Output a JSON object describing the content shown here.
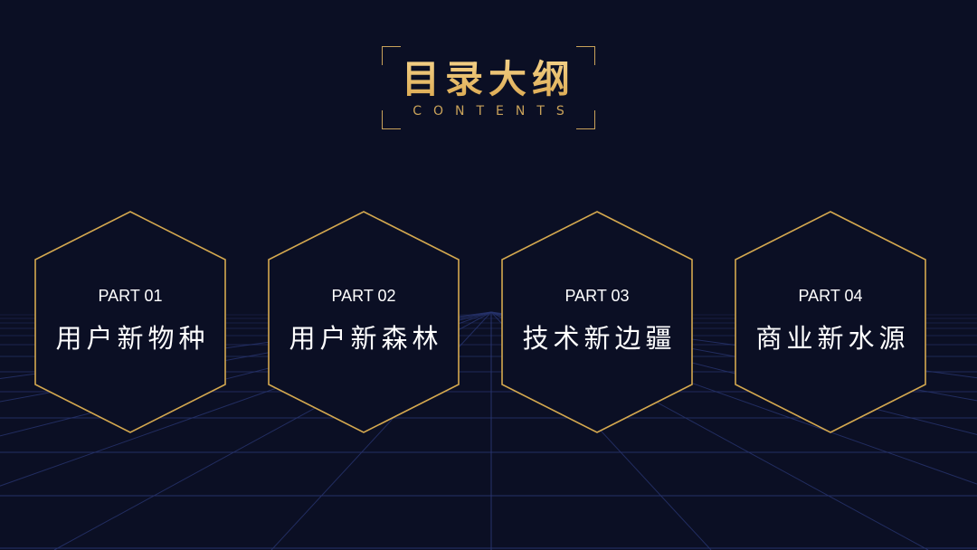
{
  "title": {
    "main": "目录大纲",
    "sub": "CONTENTS"
  },
  "parts": [
    {
      "part": "PART 01",
      "label": "用户新物种"
    },
    {
      "part": "PART 02",
      "label": "用户新森林"
    },
    {
      "part": "PART 03",
      "label": "技术新边疆"
    },
    {
      "part": "PART 04",
      "label": "商业新水源"
    }
  ],
  "colors": {
    "background": "#0b0f24",
    "gold": "#c9a25a",
    "text": "#ffffff",
    "grid": "#2c3a78"
  }
}
